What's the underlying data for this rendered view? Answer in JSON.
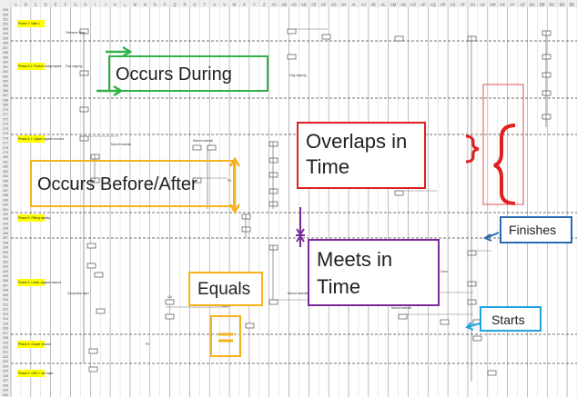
{
  "sheet": {
    "column_headers": [
      "A",
      "B",
      "C",
      "D",
      "E",
      "F",
      "G",
      "H",
      "I",
      "J",
      "K",
      "L",
      "M",
      "N",
      "O",
      "P",
      "Q",
      "R",
      "S",
      "T",
      "U",
      "V",
      "W",
      "X",
      "Y",
      "Z",
      "AA",
      "AB",
      "AC",
      "AD",
      "AE",
      "AF",
      "AG",
      "AH",
      "AI",
      "AJ",
      "AK",
      "AL",
      "AM",
      "AN",
      "AO",
      "AP",
      "AQ",
      "AR",
      "AS",
      "AT",
      "AU",
      "AV",
      "AW",
      "AX",
      "AY",
      "AZ",
      "BA",
      "BB",
      "BC",
      "BD",
      "BE"
    ],
    "row_numbers": [
      "249",
      "250",
      "251",
      "252",
      "253",
      "254",
      "255",
      "256",
      "257",
      "258",
      "259",
      "260",
      "261",
      "262",
      "263",
      "264",
      "265",
      "266",
      "267",
      "268",
      "269",
      "270",
      "271",
      "272",
      "273",
      "274",
      "275",
      "276",
      "277",
      "278",
      "279",
      "280",
      "281",
      "282",
      "283",
      "284",
      "285",
      "286",
      "287",
      "288",
      "289",
      "290",
      "291",
      "292",
      "293",
      "294",
      "295",
      "296",
      "297",
      "298",
      "299",
      "300",
      "301",
      "302",
      "303",
      "304",
      "305",
      "306",
      "307",
      "308",
      "309",
      "310",
      "311",
      "312",
      "313",
      "314",
      "315",
      "316",
      "317",
      "318",
      "319",
      "320",
      "321",
      "322",
      "323",
      "324",
      "325",
      "326",
      "327",
      "328",
      "329",
      "330"
    ],
    "phase_labels": [
      "Phase 7: Bale 1",
      "Phase 6.2: Further dump layers",
      "Phase 6.1: Upper organic mound",
      "Phase 5: Pitting activity",
      "Phase 4: Lower organic mound",
      "Phase 3: Gravel mound",
      "Phase 2: OSS + turf layer"
    ],
    "small_labels": [
      "Tolerance bank",
      "Clay capping",
      "Mound material",
      "Mound material",
      "Clay capping",
      "Pit",
      "Occupation layer",
      "Cut",
      "Mound material",
      "Mound material",
      "Mound material",
      "Oven",
      "Pit"
    ]
  },
  "callouts": {
    "occurs_during": "Occurs During",
    "occurs_before_after": "Occurs Before/After",
    "overlaps_in_time": "Overlaps in Time",
    "meets_in_time": "Meets in Time",
    "equals": "Equals",
    "finishes": "Finishes",
    "starts": "Starts"
  },
  "colors": {
    "occurs_during": "#2fb24a",
    "occurs_before_after": "#f5b21b",
    "overlaps_in_time": "#e02020",
    "meets_in_time": "#7a2a9a",
    "finishes": "#2a6ab0",
    "starts": "#1fa4e0",
    "phase_highlight": "#ffff00"
  }
}
